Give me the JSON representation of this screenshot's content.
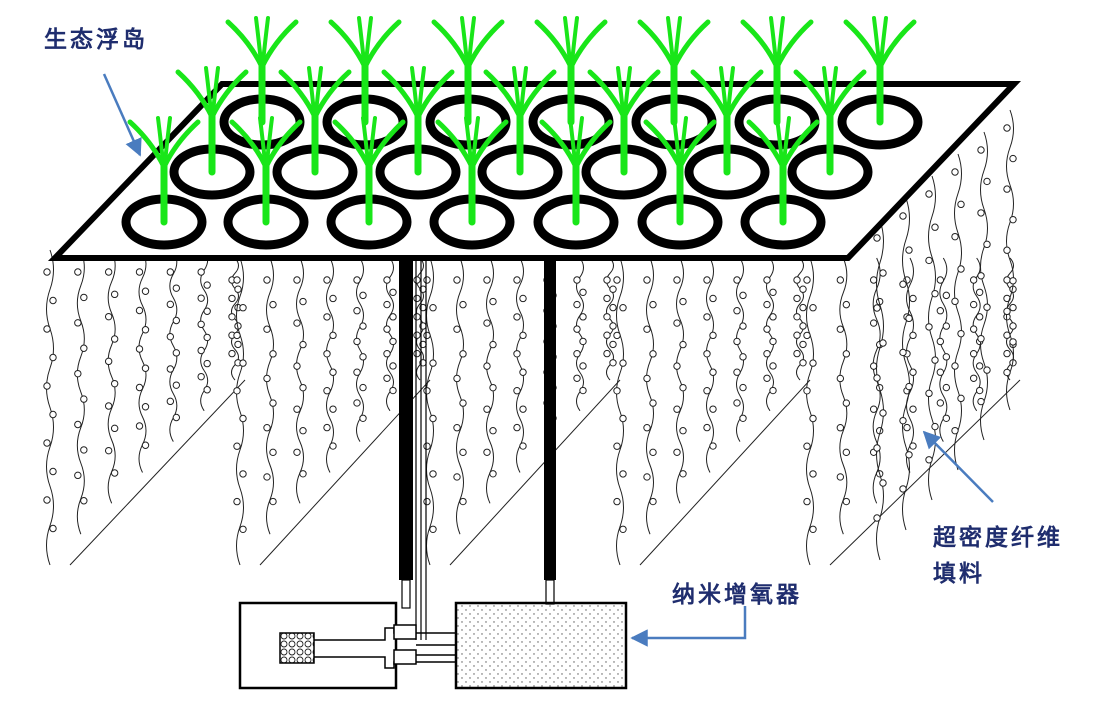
{
  "labels": {
    "floating_island": "生态浮岛",
    "nano_aerator": "纳米增氧器",
    "fiber_filler_line1": "超密度纤维",
    "fiber_filler_line2": "填料"
  },
  "colors": {
    "label_text": "#1f2d6e",
    "arrow": "#4a7cbf",
    "plant": "#19e619",
    "outline": "#000000",
    "fiber": "#222222"
  },
  "icons": {
    "plant": "plant-seedling-icon",
    "planting_ring": "planting-ring-icon",
    "pipe": "air-pipe",
    "aerator": "aerator-box",
    "filter": "filter-mesh-icon"
  }
}
